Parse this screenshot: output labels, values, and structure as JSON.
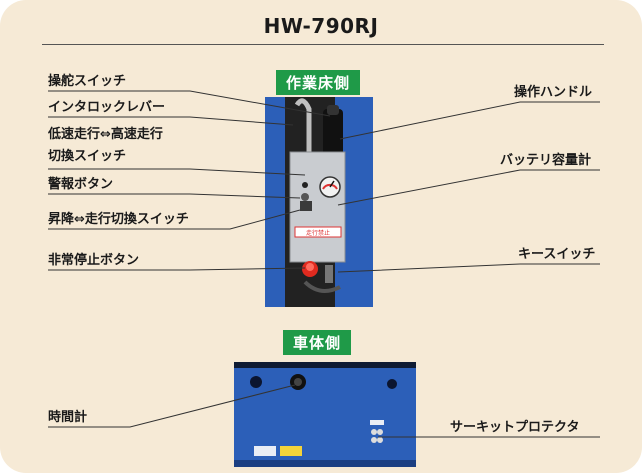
{
  "title": "HW-790RJ",
  "sections": {
    "work_floor": "作業床側",
    "vehicle": "車体側"
  },
  "labels": {
    "steering_switch": "操舵スイッチ",
    "interlock_lever": "インタロックレバー",
    "speed_switch_line1": "低速走行⇔高速走行",
    "speed_switch_line2": "切換スイッチ",
    "alarm_button": "警報ボタン",
    "lift_travel_switch": "昇降⇔走行切換スイッチ",
    "emergency_stop": "非常停止ボタン",
    "operation_handle": "操作ハンドル",
    "battery_gauge": "バッテリ容量計",
    "key_switch": "キースイッチ",
    "hour_meter": "時間計",
    "circuit_protector": "サーキットプロテクタ"
  },
  "panel_placard": "走行禁止",
  "colors": {
    "background": "#f6ead6",
    "section_green": "#1f9a48",
    "machine_blue": "#2c5fb8",
    "emergency_red": "#e02a1f"
  }
}
